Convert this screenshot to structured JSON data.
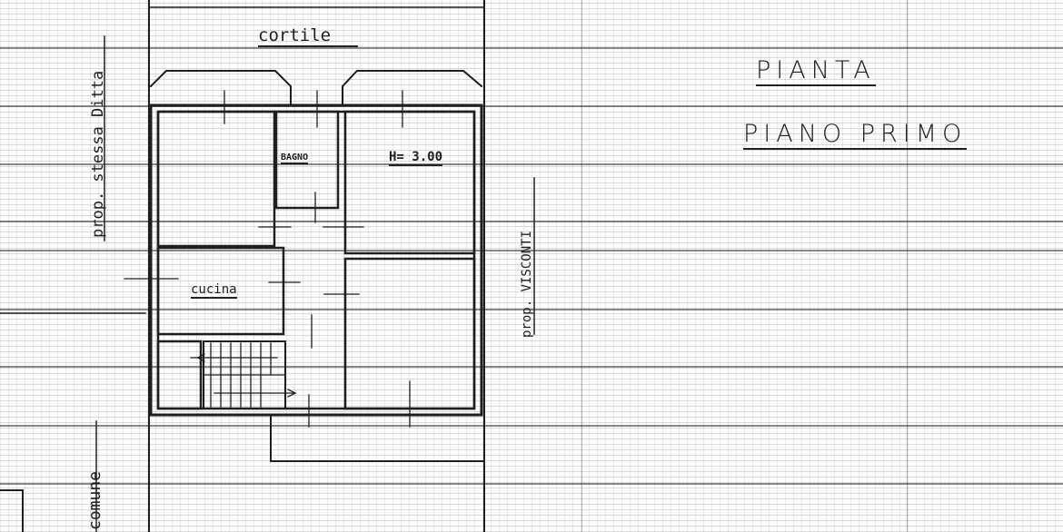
{
  "drawing": {
    "title_line1": "PIANTA",
    "title_line2": "PIANO PRIMO",
    "courtyard_label": "cortile",
    "left_neighbor_label": "prop. stessa Ditta",
    "right_neighbor_label": "prop. VISCONTI",
    "bottom_left_label": "comune",
    "rooms": [
      {
        "name": "bagno",
        "label": "BAGNO"
      },
      {
        "name": "ceiling-height",
        "label": "H= 3.00"
      },
      {
        "name": "cucina",
        "label": "cucina"
      }
    ],
    "colors": {
      "ink": "#1e1e1e",
      "paper": "#fdfdfd",
      "grid": "#8a8a8a"
    }
  }
}
